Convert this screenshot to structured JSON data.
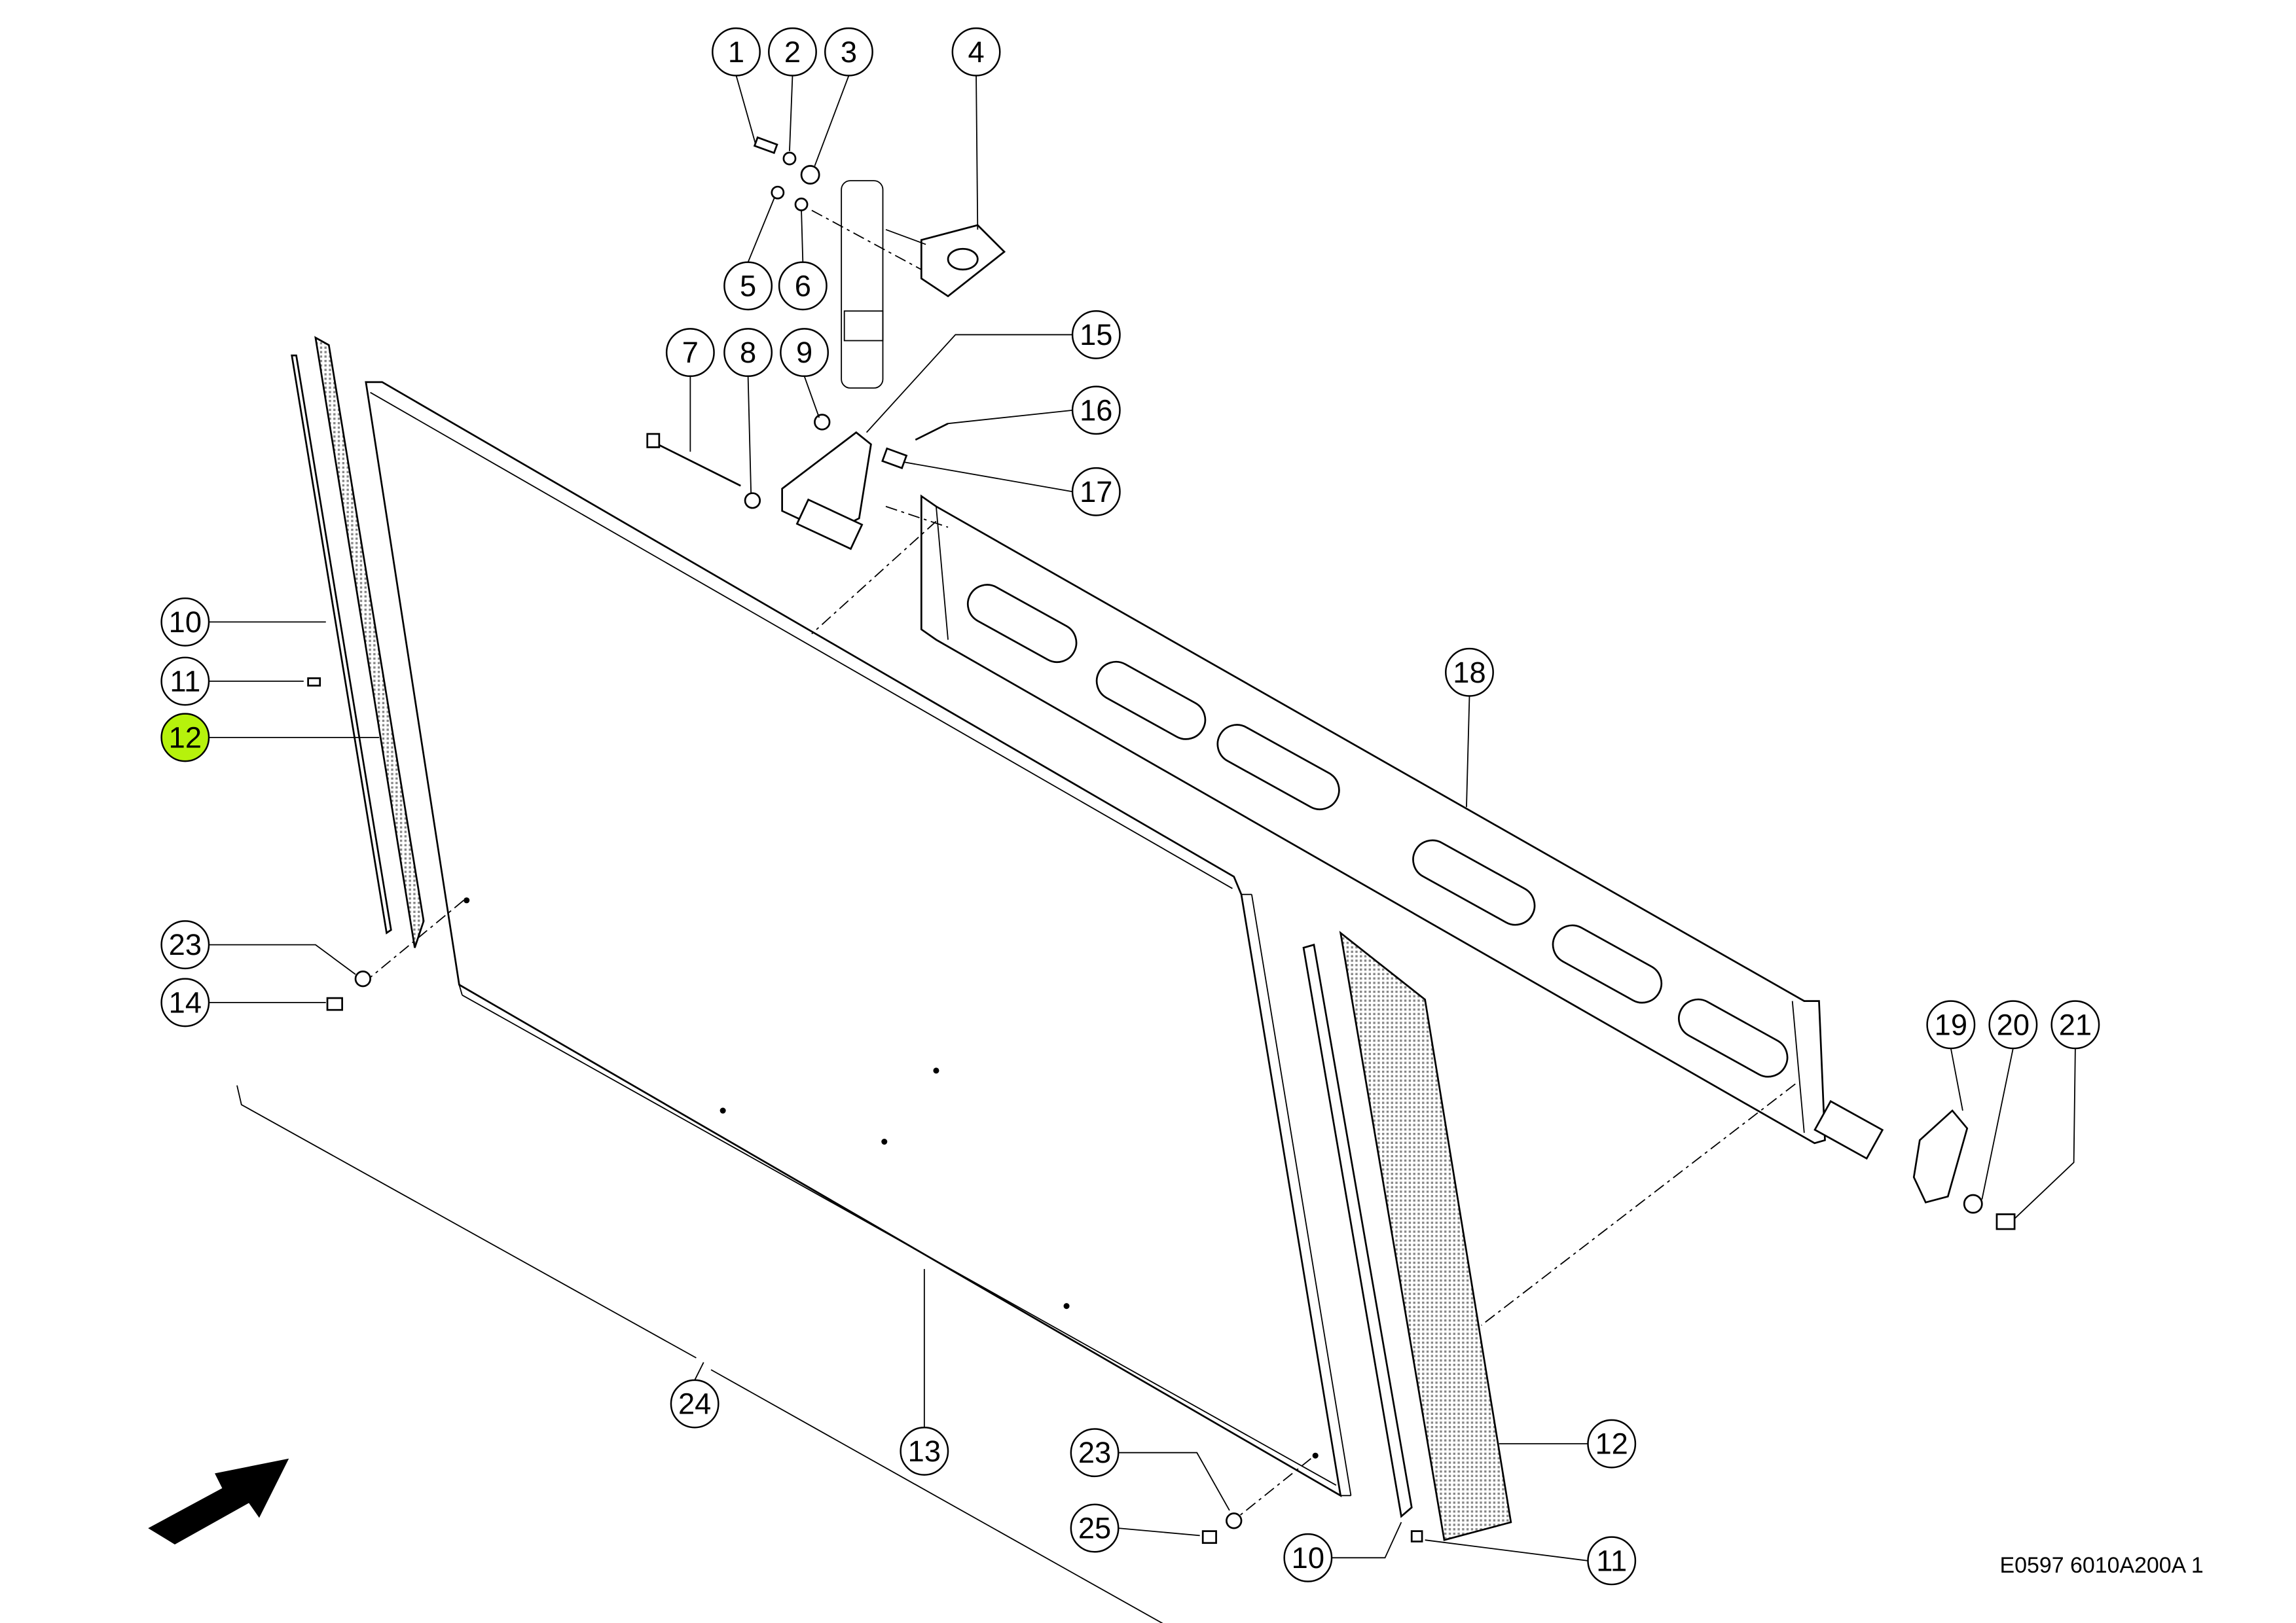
{
  "drawing_code": "E0597 6010A200A 1",
  "highlight_color": "#b6f20c",
  "callouts": {
    "c1": "1",
    "c2": "2",
    "c3": "3",
    "c4": "4",
    "c5": "5",
    "c6": "6",
    "c7": "7",
    "c8": "8",
    "c9": "9",
    "c10a": "10",
    "c10b": "10",
    "c11a": "11",
    "c11b": "11",
    "c12a": "12",
    "c12b": "12",
    "c13": "13",
    "c14": "14",
    "c15": "15",
    "c16": "16",
    "c17": "17",
    "c18": "18",
    "c19": "19",
    "c20": "20",
    "c21": "21",
    "c23a": "23",
    "c23b": "23",
    "c24": "24",
    "c25": "25"
  }
}
